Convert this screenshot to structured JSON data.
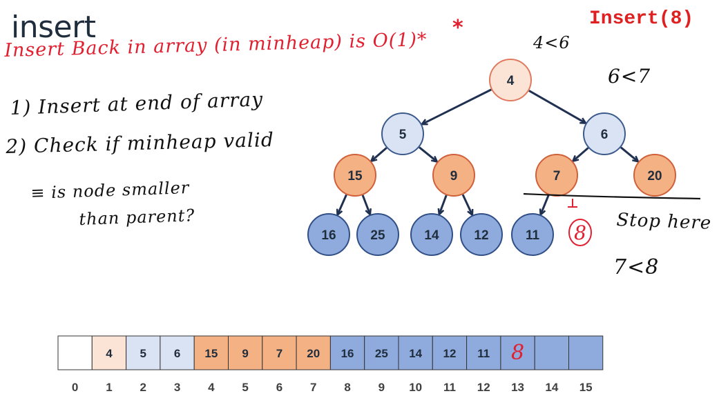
{
  "title": "insert",
  "operation": "Insert(8)",
  "notes": {
    "headline": "Insert Back in array (in minheap) is O(1)*",
    "step1": "1) Insert at end of array",
    "step2": "2) Check if minheap valid",
    "step2_detail_line1": "≡ is node smaller",
    "step2_detail_line2": "than parent?",
    "cmp_4_6": "4<6",
    "cmp_6_7": "6<7",
    "stop": "Stop here",
    "cmp_7_8": "7<8"
  },
  "colors": {
    "root_fill": "#fbe3d6",
    "root_stroke": "#e07a5f",
    "level1_fill": "#dae3f3",
    "level1_stroke": "#3b5a8c",
    "level2_fill": "#f4b183",
    "level2_stroke": "#d0603a",
    "level3_fill": "#8faadc",
    "level3_stroke": "#2f4f86",
    "edge": "#1f3050",
    "new_value": "#e02030"
  },
  "tree": {
    "nodes": [
      {
        "label": "4",
        "level": 0
      },
      {
        "label": "5",
        "level": 1
      },
      {
        "label": "6",
        "level": 1
      },
      {
        "label": "15",
        "level": 2
      },
      {
        "label": "9",
        "level": 2
      },
      {
        "label": "7",
        "level": 2
      },
      {
        "label": "20",
        "level": 2
      },
      {
        "label": "16",
        "level": 3
      },
      {
        "label": "25",
        "level": 3
      },
      {
        "label": "14",
        "level": 3
      },
      {
        "label": "12",
        "level": 3
      },
      {
        "label": "11",
        "level": 3
      }
    ],
    "edges": [
      [
        0,
        1
      ],
      [
        0,
        2
      ],
      [
        1,
        3
      ],
      [
        1,
        4
      ],
      [
        2,
        5
      ],
      [
        2,
        6
      ],
      [
        3,
        7
      ],
      [
        3,
        8
      ],
      [
        4,
        9
      ],
      [
        4,
        10
      ],
      [
        5,
        11
      ]
    ],
    "inserted": {
      "label": "8",
      "parent": 5
    }
  },
  "array": {
    "cells": [
      {
        "value": "",
        "level": "empty"
      },
      {
        "value": "4",
        "level": 0
      },
      {
        "value": "5",
        "level": 1
      },
      {
        "value": "6",
        "level": 1
      },
      {
        "value": "15",
        "level": 2
      },
      {
        "value": "9",
        "level": 2
      },
      {
        "value": "7",
        "level": 2
      },
      {
        "value": "20",
        "level": 2
      },
      {
        "value": "16",
        "level": 3
      },
      {
        "value": "25",
        "level": 3
      },
      {
        "value": "14",
        "level": 3
      },
      {
        "value": "12",
        "level": 3
      },
      {
        "value": "11",
        "level": 3
      },
      {
        "value": "8",
        "level": 3,
        "handwritten": true
      },
      {
        "value": "",
        "level": 3
      },
      {
        "value": "",
        "level": 3
      }
    ],
    "indices": [
      "0",
      "1",
      "2",
      "3",
      "4",
      "5",
      "6",
      "7",
      "8",
      "9",
      "10",
      "11",
      "12",
      "13",
      "14",
      "15"
    ]
  }
}
